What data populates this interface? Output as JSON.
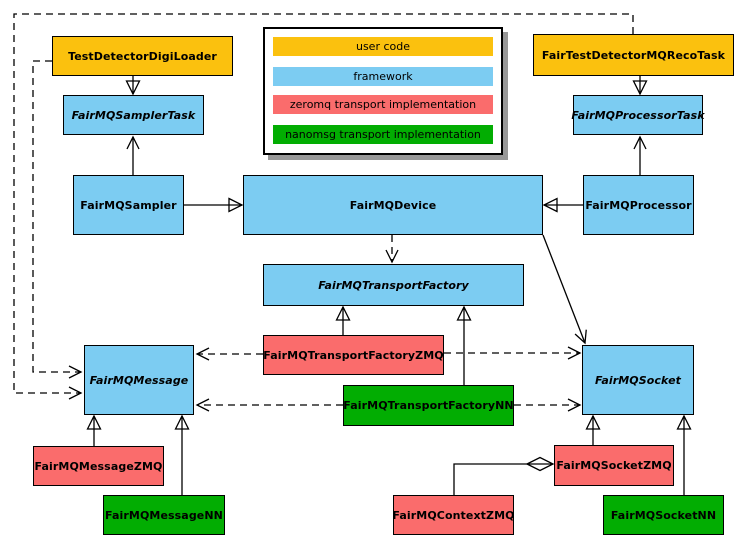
{
  "colors": {
    "user_code": "#FBC10E",
    "framework": "#7CCCF2",
    "zeromq": "#FA6C6C",
    "nanomsg": "#02AD02",
    "line": "#000000",
    "background": "#FFFFFF",
    "legend_shadow": "#989898"
  },
  "legend": {
    "items": [
      {
        "label": "user code",
        "color": "#FBC10E"
      },
      {
        "label": "framework",
        "color": "#7CCCF2"
      },
      {
        "label": "zeromq transport implementation",
        "color": "#FA6C6C"
      },
      {
        "label": "nanomsg transport implementation",
        "color": "#02AD02"
      }
    ]
  },
  "nodes": {
    "test_detector_digi_loader": {
      "label": "TestDetectorDigiLoader",
      "category": "user code",
      "abstract": false
    },
    "fair_test_detector_mq_reco_task": {
      "label": "FairTestDetectorMQRecoTask",
      "category": "user code",
      "abstract": false
    },
    "fairmq_sampler_task": {
      "label": "FairMQSamplerTask",
      "category": "framework",
      "abstract": true
    },
    "fairmq_processor_task": {
      "label": "FairMQProcessorTask",
      "category": "framework",
      "abstract": true
    },
    "fairmq_sampler": {
      "label": "FairMQSampler",
      "category": "framework",
      "abstract": false
    },
    "fairmq_device": {
      "label": "FairMQDevice",
      "category": "framework",
      "abstract": false
    },
    "fairmq_processor": {
      "label": "FairMQProcessor",
      "category": "framework",
      "abstract": false
    },
    "fairmq_transport_factory": {
      "label": "FairMQTransportFactory",
      "category": "framework",
      "abstract": true
    },
    "fairmq_transport_factory_zmq": {
      "label": "FairMQTransportFactoryZMQ",
      "category": "zeromq",
      "abstract": false
    },
    "fairmq_transport_factory_nn": {
      "label": "FairMQTransportFactoryNN",
      "category": "nanomsg",
      "abstract": false
    },
    "fairmq_message": {
      "label": "FairMQMessage",
      "category": "framework",
      "abstract": true
    },
    "fairmq_socket": {
      "label": "FairMQSocket",
      "category": "framework",
      "abstract": true
    },
    "fairmq_message_zmq": {
      "label": "FairMQMessageZMQ",
      "category": "zeromq",
      "abstract": false
    },
    "fairmq_message_nn": {
      "label": "FairMQMessageNN",
      "category": "nanomsg",
      "abstract": false
    },
    "fairmq_socket_zmq": {
      "label": "FairMQSocketZMQ",
      "category": "zeromq",
      "abstract": false
    },
    "fairmq_context_zmq": {
      "label": "FairMQContextZMQ",
      "category": "zeromq",
      "abstract": false
    },
    "fairmq_socket_nn": {
      "label": "FairMQSocketNN",
      "category": "nanomsg",
      "abstract": false
    }
  },
  "edges": [
    {
      "from": "TestDetectorDigiLoader",
      "to": "FairMQSamplerTask",
      "type": "generalization"
    },
    {
      "from": "FairTestDetectorMQRecoTask",
      "to": "FairMQProcessorTask",
      "type": "generalization"
    },
    {
      "from": "FairMQSampler",
      "to": "FairMQDevice",
      "type": "generalization"
    },
    {
      "from": "FairMQProcessor",
      "to": "FairMQDevice",
      "type": "generalization"
    },
    {
      "from": "FairMQSampler",
      "to": "FairMQSamplerTask",
      "type": "association"
    },
    {
      "from": "FairMQProcessor",
      "to": "FairMQProcessorTask",
      "type": "association"
    },
    {
      "from": "FairMQDevice",
      "to": "FairMQTransportFactory",
      "type": "dependency"
    },
    {
      "from": "FairMQDevice",
      "to": "FairMQSocket",
      "type": "association"
    },
    {
      "from": "FairMQTransportFactoryZMQ",
      "to": "FairMQTransportFactory",
      "type": "generalization"
    },
    {
      "from": "FairMQTransportFactoryNN",
      "to": "FairMQTransportFactory",
      "type": "generalization"
    },
    {
      "from": "FairMQTransportFactoryZMQ",
      "to": "FairMQMessage",
      "type": "dependency"
    },
    {
      "from": "FairMQTransportFactoryZMQ",
      "to": "FairMQSocket",
      "type": "dependency"
    },
    {
      "from": "FairMQTransportFactoryNN",
      "to": "FairMQMessage",
      "type": "dependency"
    },
    {
      "from": "FairMQTransportFactoryNN",
      "to": "FairMQSocket",
      "type": "dependency"
    },
    {
      "from": "TestDetectorDigiLoader",
      "to": "FairMQMessage",
      "type": "dependency"
    },
    {
      "from": "FairTestDetectorMQRecoTask",
      "to": "FairMQMessage",
      "type": "dependency"
    },
    {
      "from": "FairMQMessageZMQ",
      "to": "FairMQMessage",
      "type": "generalization"
    },
    {
      "from": "FairMQMessageNN",
      "to": "FairMQMessage",
      "type": "generalization"
    },
    {
      "from": "FairMQSocketZMQ",
      "to": "FairMQSocket",
      "type": "generalization"
    },
    {
      "from": "FairMQSocketNN",
      "to": "FairMQSocket",
      "type": "generalization"
    },
    {
      "from": "FairMQContextZMQ",
      "to": "FairMQSocketZMQ",
      "type": "composition"
    }
  ]
}
